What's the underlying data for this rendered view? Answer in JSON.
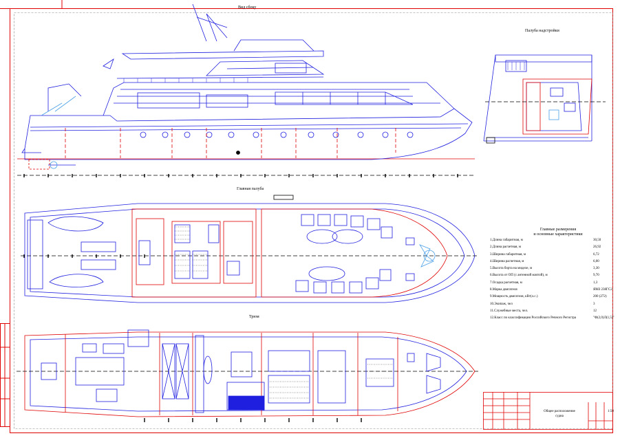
{
  "views": {
    "side": "Вид сбоку",
    "bridge_deck": "Палуба надстройки",
    "main_deck": "Главная палуба",
    "hold": "Трюм"
  },
  "specs": {
    "title": "Главные размерения\nи основные характеристики",
    "rows": [
      {
        "name": "1.Длина габаритная, м",
        "value": "30,50"
      },
      {
        "name": "2.Длина расчетная, м",
        "value": "26,92"
      },
      {
        "name": "3.Ширина габаритная, м",
        "value": "6,72"
      },
      {
        "name": "4.Ширина расчетная, м",
        "value": "6,00"
      },
      {
        "name": "5.Высота борта на миделе, м",
        "value": "3,30"
      },
      {
        "name": "6.Высота от ОП (с антенной мачтой), м",
        "value": "9,70"
      },
      {
        "name": "7.Осадка расчетная, м",
        "value": "1,3"
      },
      {
        "name": "8.Марка двигателя",
        "value": "ЯМЗ 238ГС2"
      },
      {
        "name": "9.Мощность двигателя, кВт(л.с.)",
        "value": "200 (272)"
      },
      {
        "name": "10.Экипаж, чел",
        "value": "3"
      },
      {
        "name": "11.Служебные места, чел.",
        "value": "12"
      },
      {
        "name": "12.Класс по классификации Российского Речного Регистра",
        "value": "\"Ф(2,0)Л(1,5)\""
      }
    ]
  },
  "stamp": {
    "title": "Общее расположение\nсудна",
    "scale": "1:50"
  }
}
